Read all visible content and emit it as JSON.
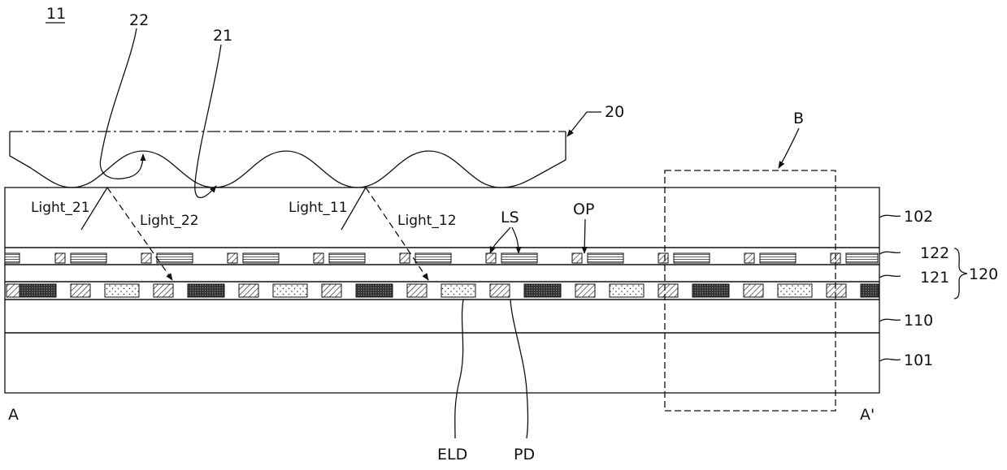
{
  "figure": {
    "figure_number": "11",
    "section_labels": {
      "left": "A",
      "right": "A'"
    },
    "finger_labels": {
      "valley": "22",
      "ridge": "21",
      "finger": "20"
    },
    "detail_label": "B",
    "light_labels": [
      "Light_21",
      "Light_22",
      "Light_11",
      "Light_12"
    ],
    "element_labels": {
      "light_shield": "LS",
      "opening": "OP",
      "emitting_element": "ELD",
      "photo_detector": "PD"
    },
    "layer_labels": {
      "l102": "102",
      "l122": "122",
      "l121": "121",
      "l120": "120",
      "l110": "110",
      "l101": "101"
    }
  }
}
